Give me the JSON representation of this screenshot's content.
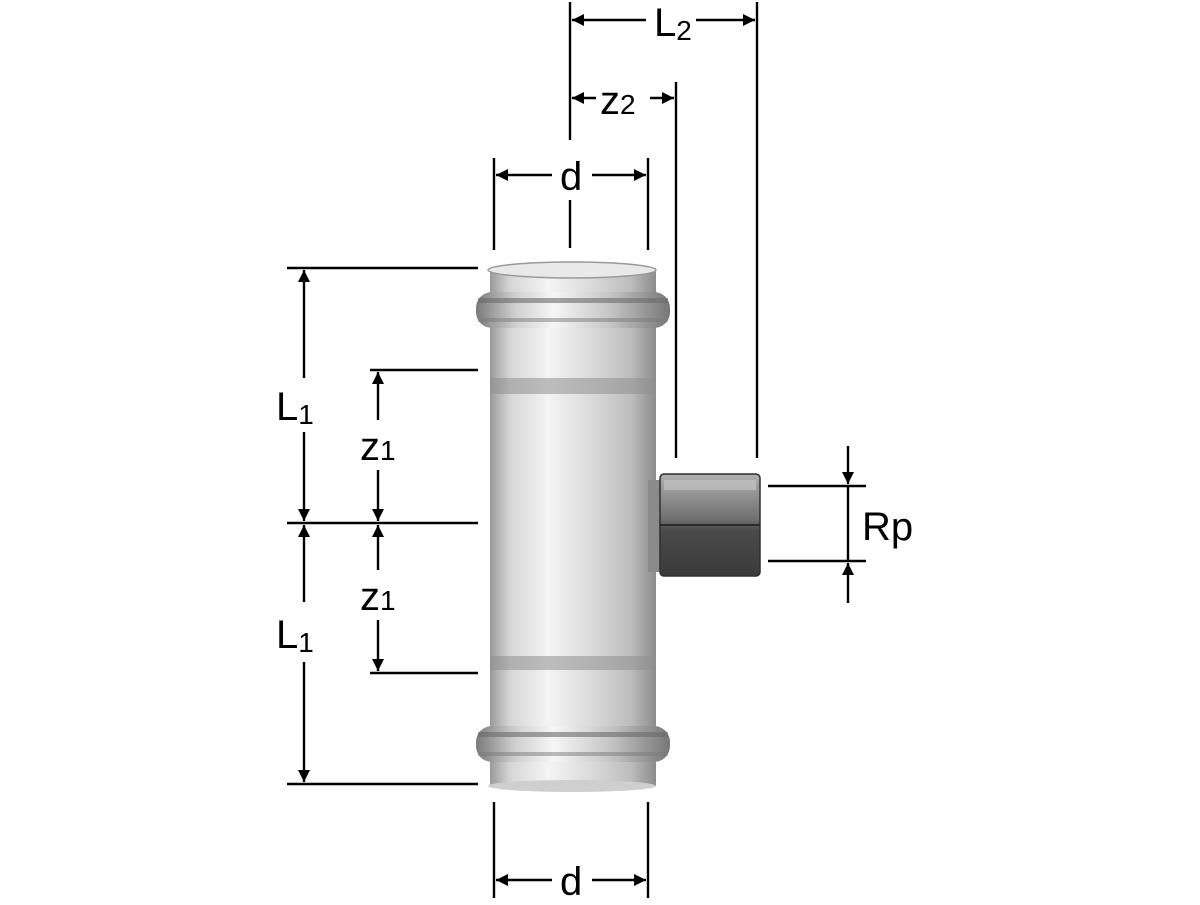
{
  "dimensions": {
    "L2": {
      "main": "L",
      "sub": "2"
    },
    "z2": {
      "main": "z",
      "sub": "2"
    },
    "d_top": {
      "main": "d"
    },
    "L1_upper": {
      "main": "L",
      "sub": "1"
    },
    "z1_upper": {
      "main": "z",
      "sub": "1"
    },
    "z1_lower": {
      "main": "z",
      "sub": "1"
    },
    "L1_lower": {
      "main": "L",
      "sub": "1"
    },
    "Rp": {
      "main": "Rp"
    },
    "d_bottom": {
      "main": "d"
    }
  },
  "colors": {
    "line": "#000000",
    "pipe_light": "#f2f2f2",
    "pipe_mid": "#c8c8c8",
    "pipe_dark": "#8a8a8a",
    "nut_light": "#9a9a9a",
    "nut_dark": "#3c3c3c"
  }
}
